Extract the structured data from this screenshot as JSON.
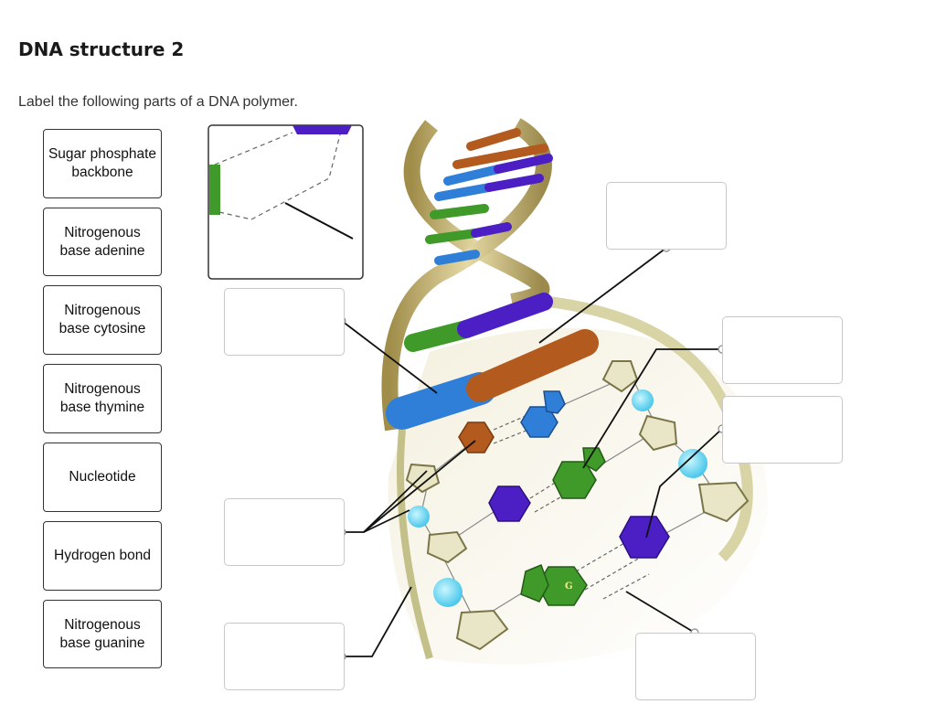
{
  "page": {
    "title": "DNA structure 2",
    "instruction": "Label the following parts of a DNA polymer."
  },
  "labels": [
    {
      "text": "Sugar phosphate backbone"
    },
    {
      "text": "Nitrogenous base adenine"
    },
    {
      "text": "Nitrogenous base cytosine"
    },
    {
      "text": "Nitrogenous base thymine"
    },
    {
      "text": "Nucleotide"
    },
    {
      "text": "Hydrogen bond"
    },
    {
      "text": "Nitrogenous base guanine"
    }
  ],
  "diagram": {
    "base_letter": "G",
    "colors": {
      "adenine": "#2f7ed8",
      "thymine": "#b35a1f",
      "cytosine": "#4b1fc4",
      "guanine": "#3f9a2a",
      "sugar": "#e9e6c7",
      "phosphate": "#6fdcf2",
      "backbone": "#c9b67a"
    }
  }
}
